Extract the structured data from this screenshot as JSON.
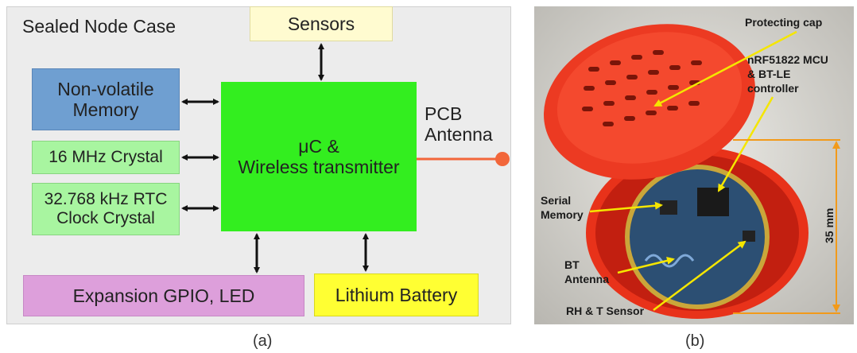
{
  "panel_a": {
    "case_label": "Sealed Node Case",
    "sensors": "Sensors",
    "nonvolatile_memory": "Non-volatile\nMemory",
    "crystal_16": "16 MHz Crystal",
    "rtc_crystal": "32.768 kHz RTC\nClock Crystal",
    "mcu": "μC &\nWireless transmitter",
    "pcb_antenna": "PCB\nAntenna",
    "expansion": "Expansion GPIO, LED",
    "battery": "Lithium Battery",
    "colors": {
      "sensors": "#fffbd0",
      "memory": "#6f9fd1",
      "crystal": "#a8f5a0",
      "mcu": "#33ee1f",
      "expansion": "#dd9fdb",
      "battery": "#ffff33",
      "antenna": "#f2663a"
    }
  },
  "panel_b": {
    "protecting_cap": "Protecting cap",
    "mcu_line1": "nRF51822 MCU",
    "mcu_line2": "& BT-LE",
    "mcu_line3": "controller",
    "serial_line1": "Serial",
    "serial_line2": "Memory",
    "bt_line1": "BT",
    "bt_line2": "Antenna",
    "rh_sensor": "RH & T Sensor",
    "dimension": "35 mm"
  },
  "captions": {
    "a": "(a)",
    "b": "(b)"
  }
}
